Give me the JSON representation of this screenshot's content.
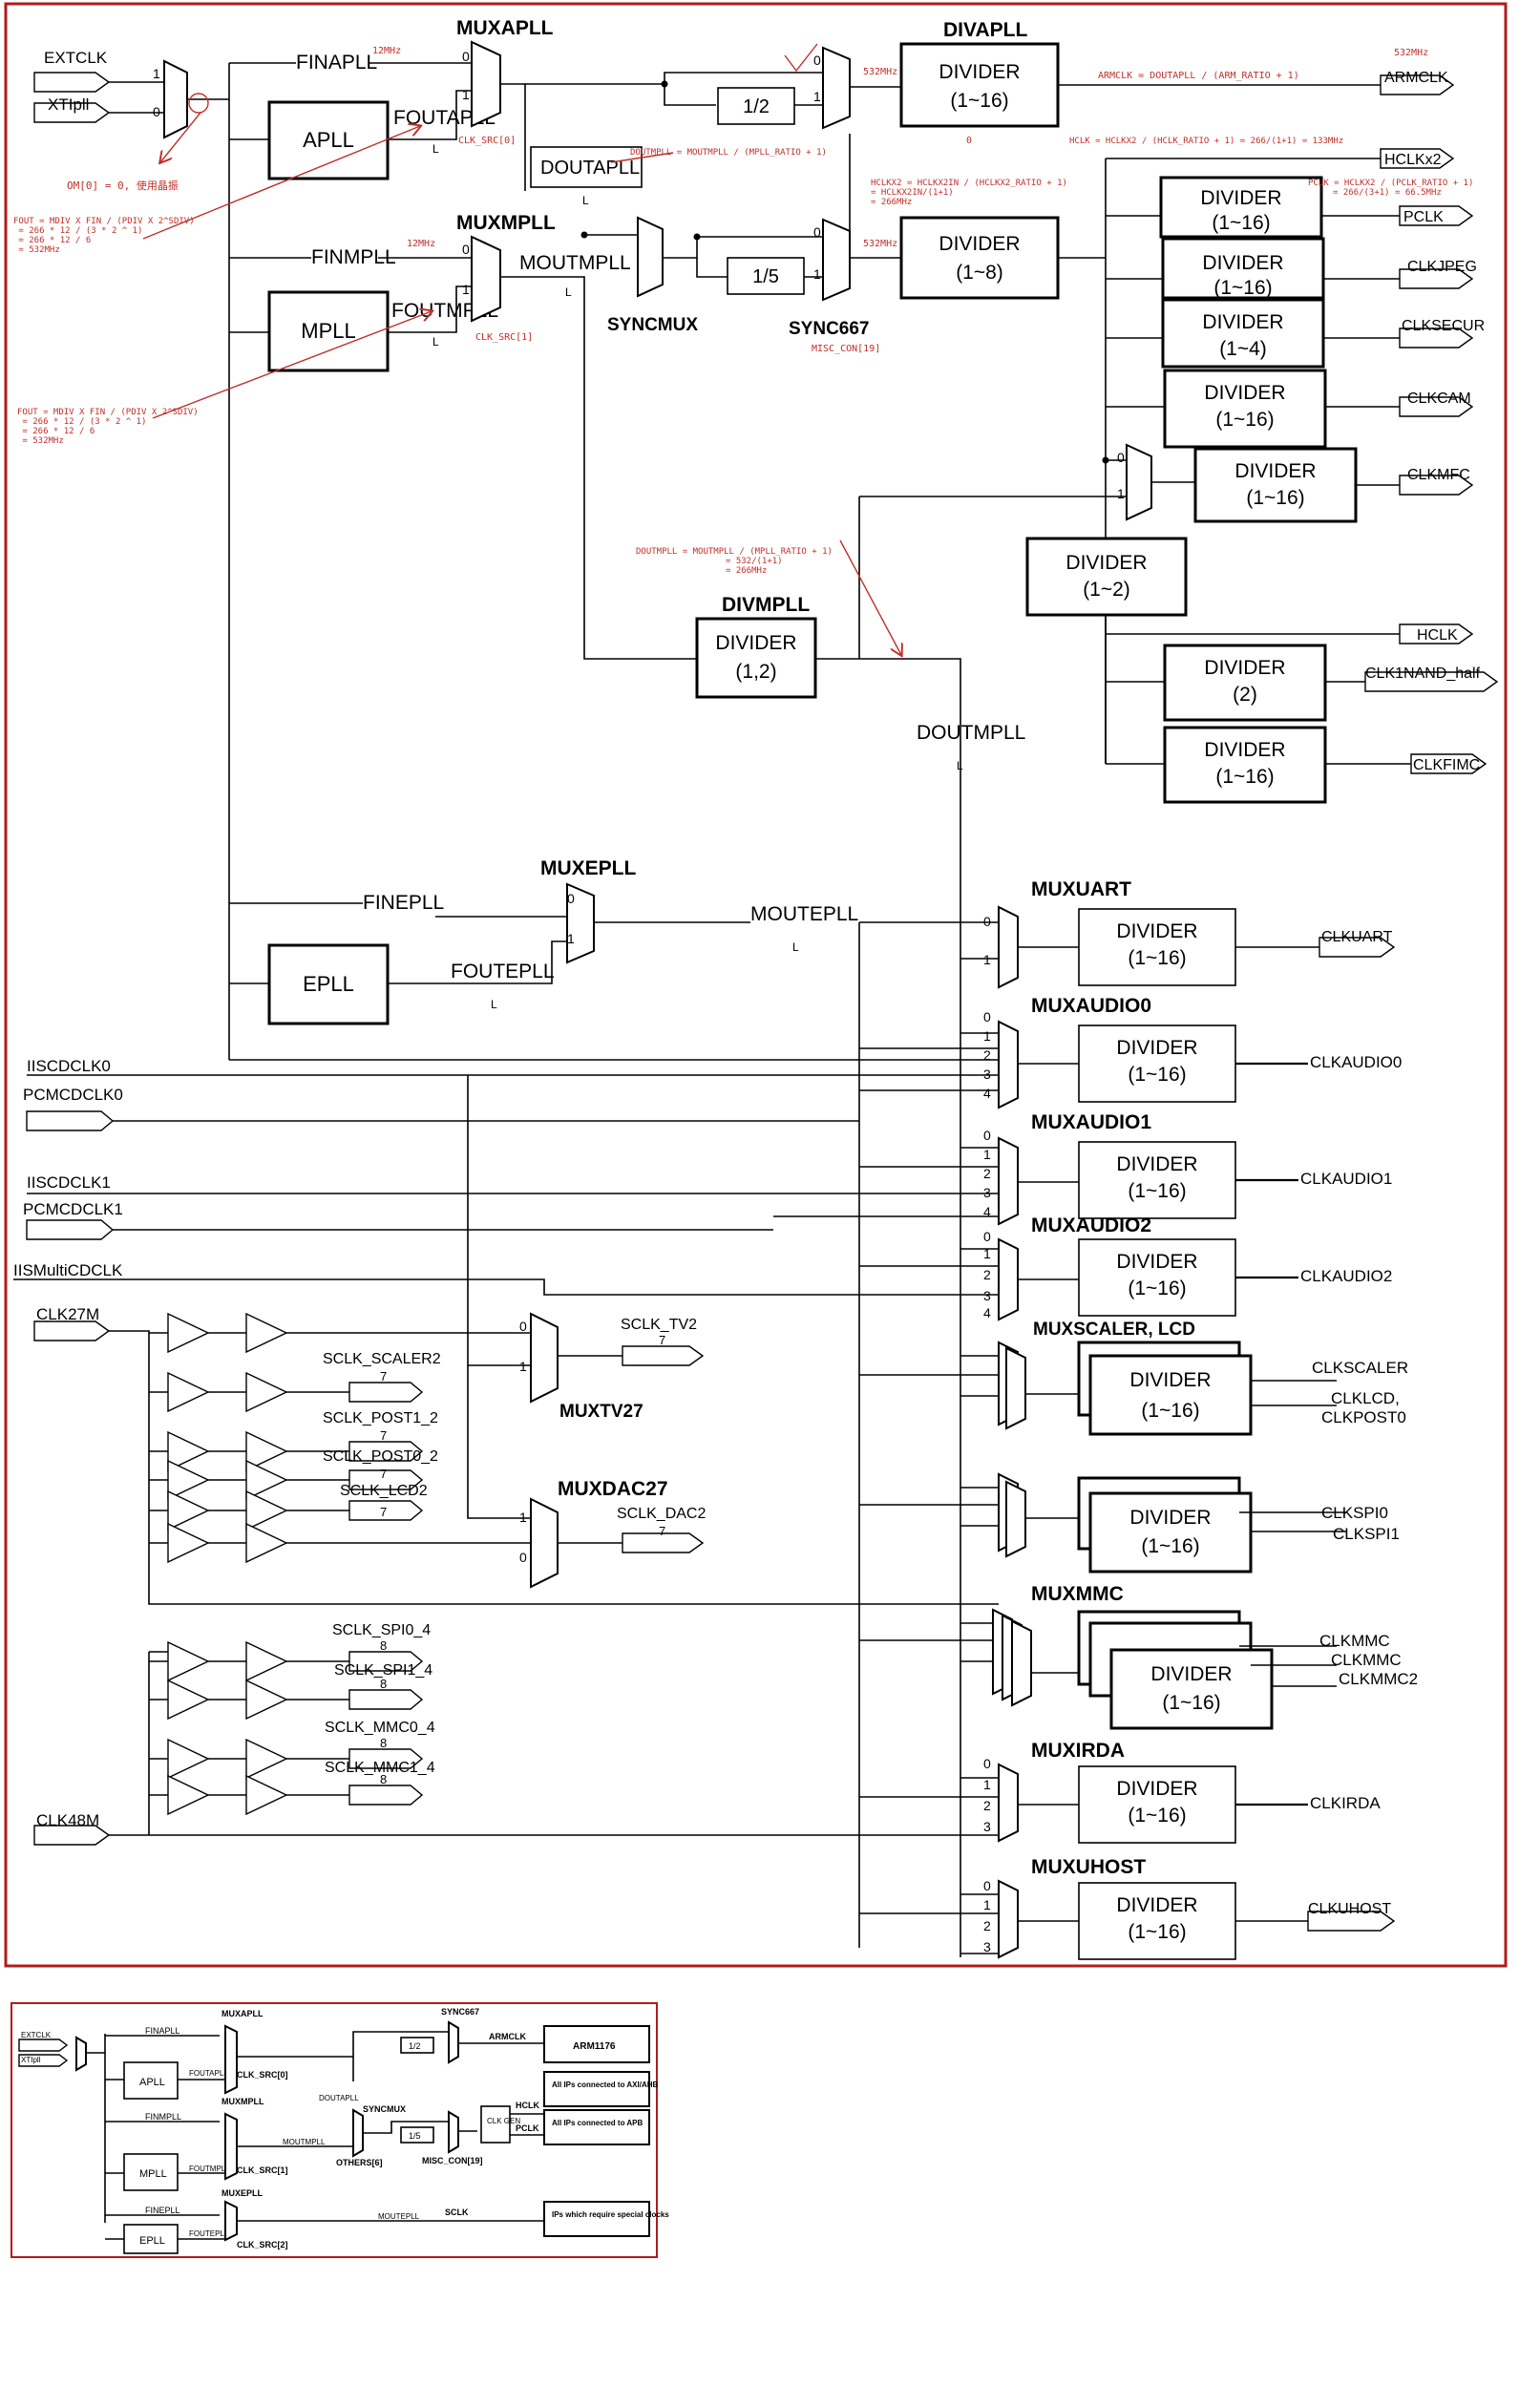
{
  "inputs": {
    "extclk": "EXTCLK",
    "xtipll": "XTIpll",
    "iiscdclk0": "IISCDCLK0",
    "pcmcdclk0": "PCMCDCLK0",
    "iiscdclk1": "IISCDCLK1",
    "pcmcdclk1": "PCMCDCLK1",
    "iismulti": "IISMultiCDCLK",
    "clk27m": "CLK27M",
    "clk48m": "CLK48M"
  },
  "plls": {
    "apll": "APLL",
    "mpll": "MPLL",
    "epll": "EPLL"
  },
  "signals": {
    "fin_apll": "FINAPLL",
    "fout_apll": "FOUTAPLL",
    "fin_mpll": "FINMPLL",
    "fout_mpll": "FOUTMPLL",
    "fin_epll": "FINEPLL",
    "fout_epll": "FOUTEPLL",
    "mout_mpll": "MOUTMPLL",
    "mout_epll": "MOUTEPLL",
    "dout_apll": "DOUTAPLL",
    "dout_mpll": "DOUTMPLL"
  },
  "mux_labels": {
    "apll": "MUXAPLL",
    "mpll": "MUXMPLL",
    "epll": "MUXEPLL",
    "uart": "MUXUART",
    "audio0": "MUXAUDIO0",
    "audio1": "MUXAUDIO1",
    "audio2": "MUXAUDIO2",
    "scaler": "MUXSCALER, LCD",
    "mmc": "MUXMMC",
    "irda": "MUXIRDA",
    "uhost": "MUXUHOST",
    "tv27": "MUXTV27",
    "dac27": "MUXDAC27",
    "syncmux": "SYNCMUX",
    "sync667": "SYNC667",
    "div_apll": "DIVAPLL",
    "div_mpll": "DIVMPLL"
  },
  "dividers": {
    "word": "DIVIDER",
    "r1_16": "(1~16)",
    "r1_8": "(1~8)",
    "r1_4": "(1~4)",
    "r1_2": "(1~2)",
    "r2": "(2)",
    "r12": "(1,2)",
    "half": "1/2",
    "fifth": "1/5"
  },
  "outputs": {
    "armclk": "ARMCLK",
    "hclkx2": "HCLKx2",
    "pclk": "PCLK",
    "clkjpeg": "CLKJPEG",
    "clksecur": "CLKSECUR",
    "clkcam": "CLKCAM",
    "clkmfc": "CLKMFC",
    "hclk": "HCLK",
    "clk1nand": "CLK1NAND_half",
    "clkfimc": "CLKFIMC",
    "clkuart": "CLKUART",
    "clkaudio0": "CLKAUDIO0",
    "clkaudio1": "CLKAUDIO1",
    "clkaudio2": "CLKAUDIO2",
    "clkscaler": "CLKSCALER",
    "clklcd": "CLKLCD,",
    "clkpost0": "CLKPOST0",
    "clkspi0": "CLKSPI0",
    "clkspi1": "CLKSPI1",
    "clkmmc0": "CLKMMC",
    "clkmmc1": "CLKMMC",
    "clkmmc2": "CLKMMC2",
    "clkirda": "CLKIRDA",
    "clkuhost": "CLKUHOST"
  },
  "sclk": {
    "tv2": "SCLK_TV2",
    "scaler2": "SCLK_SCALER2",
    "post1": "SCLK_POST1_2",
    "post0": "SCLK_POST0_2",
    "lcd2": "SCLK_LCD2",
    "dac2": "SCLK_DAC2",
    "spi0": "SCLK_SPI0_4",
    "spi1": "SCLK_SPI1_4",
    "mmc0": "SCLK_MMC0_4",
    "mmc1": "SCLK_MMC1_4",
    "n7": "7",
    "n8": "8"
  },
  "annotations": {
    "mhz12a": "12MHz",
    "mhz12b": "12MHz",
    "mhz532a": "532MHz",
    "mhz532b": "532MHz",
    "mhz532c": "532MHz",
    "zero": "0",
    "om": "OM[0] = 0, 使用晶振",
    "clksrc0": "CLK_SRC[0]",
    "clksrc1": "CLK_SRC[1]",
    "misc": "MISC_CON[19]",
    "fout1": [
      "FOUT = MDIV X FIN / (PDIV X 2^SDIV)",
      "   = 266 * 12 / (3 * 2 ^ 1)",
      "   = 266 * 12 / 6",
      "   = 532MHz"
    ],
    "fout2": [
      "FOUT = MDIV X FIN / (PDIV X 2^SDIV)",
      "   = 266 * 12 / (3 * 2 ^ 1)",
      "   = 266 * 12 / 6",
      "   = 532MHz"
    ],
    "armclk_eq": "ARMCLK = DOUTAPLL / (ARM_RATIO + 1)",
    "doutmpll_eq": "DOUTMPLL = MOUTMPLL / (MPLL_RATIO + 1)",
    "hclk_eq": "HCLK = HCLKX2 / (HCLK_RATIO + 1) = 266/(1+1) = 133MHz",
    "hclkx2_eq": [
      "HCLKX2 = HCLKX2IN / (HCLKX2_RATIO + 1)",
      "= HCLKX2IN/(1+1)",
      "= 266MHz"
    ],
    "pclk_eq": [
      "PCLK = HCLKX2 / (PCLK_RATIO + 1)",
      "= 266/(3+1) = 66.5MHz"
    ],
    "doutmpll_eq2": [
      "DOUTMPLL = MOUTMPLL / (MPLL_RATIO + 1)",
      "= 532/(1+1)",
      "= 266MHz"
    ]
  },
  "inset": {
    "extclk": "EXTCLK",
    "xtipll": "XTIpll",
    "fin_apll": "FINAPLL",
    "fin_mpll": "FINMPLL",
    "fin_epll": "FINEPLL",
    "apll": "APLL",
    "mpll": "MPLL",
    "epll": "EPLL",
    "fout_apll": "FOUTAPLL",
    "fout_mpll": "FOUTMPLL",
    "fout_epll": "FOUTEPLL",
    "mux_apll": "MUXAPLL",
    "mux_mpll": "MUXMPLL",
    "mux_epll": "MUXEPLL",
    "clksrc0": "CLK_SRC[0]",
    "clksrc1": "CLK_SRC[1]",
    "clksrc2": "CLK_SRC[2]",
    "dout_apll": "DOUTAPLL",
    "syncmux": "SYNCMUX",
    "others": "OTHERS[6]",
    "mout_mpll": "MOUTMPLL",
    "mout_epll": "MOUTEPLL",
    "sync667": "SYNC667",
    "misc": "MISC_CON[19]",
    "half": "1/2",
    "fifth": "1/5",
    "armclk": "ARMCLK",
    "hclk": "HCLK",
    "pclk": "PCLK",
    "sclk": "SCLK",
    "clkgen": "CLK GEN",
    "arm1176": "ARM1176",
    "axi": "All IPs connected to AXI/AHB",
    "apb": "All IPs connected to APB",
    "special": "IPs which require special clocks"
  }
}
